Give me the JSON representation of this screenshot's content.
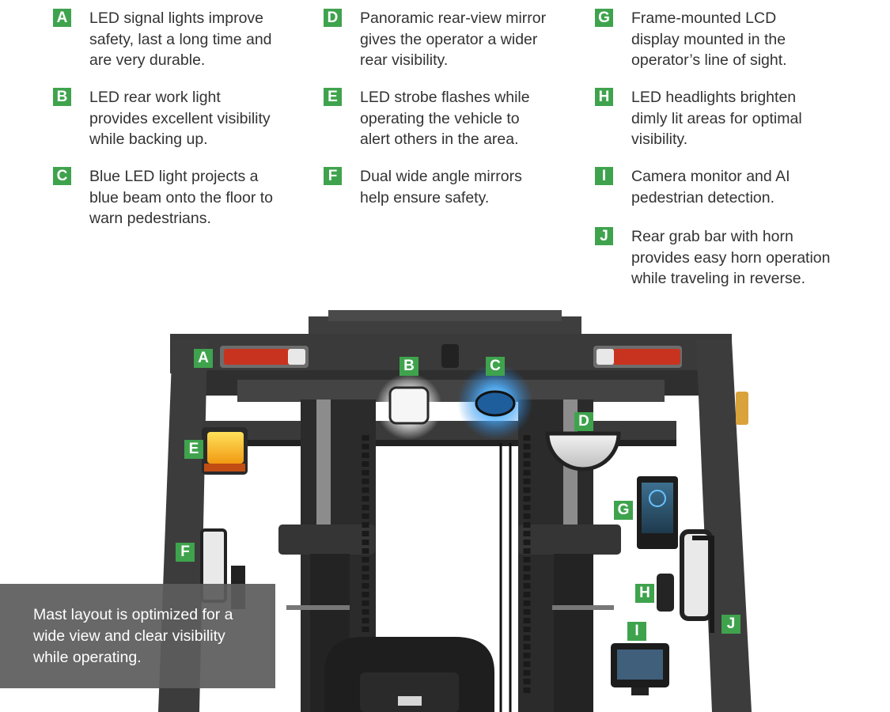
{
  "features": [
    {
      "letter": "A",
      "text": "LED signal lights improve\nsafety, last a long time and\nare very durable."
    },
    {
      "letter": "B",
      "text": "LED rear work light\nprovides excellent visibility\nwhile backing up."
    },
    {
      "letter": "C",
      "text": "Blue LED light projects a\nblue beam onto the floor to\nwarn pedestrians."
    },
    {
      "letter": "D",
      "text": "Panoramic rear-view mirror\ngives the operator a wider\nrear visibility."
    },
    {
      "letter": "E",
      "text": "LED strobe flashes while\noperating the vehicle to\nalert others in the area."
    },
    {
      "letter": "F",
      "text": "Dual wide angle mirrors\nhelp ensure safety."
    },
    {
      "letter": "G",
      "text": "Frame-mounted LCD\ndisplay mounted in the\noperator’s line of sight."
    },
    {
      "letter": "H",
      "text": "LED headlights brighten\ndimly lit areas for optimal\nvisibility."
    },
    {
      "letter": "I",
      "text": "Camera monitor and AI\npedestrian detection."
    },
    {
      "letter": "J",
      "text": "Rear grab bar with horn\nprovides easy horn operation\nwhile traveling in reverse."
    }
  ],
  "callouts": {
    "a": "A",
    "b": "B",
    "c": "C",
    "d": "D",
    "e": "E",
    "f": "F",
    "g": "G",
    "h": "H",
    "i": "I",
    "j": "J"
  },
  "caption": "Mast layout is optimized for a\nwide view and clear visibility\nwhile operating.",
  "colors": {
    "badge": "#3fa34d",
    "text": "#333333",
    "frame": "#3c3c3c",
    "overlay": "#5c5c5c"
  }
}
